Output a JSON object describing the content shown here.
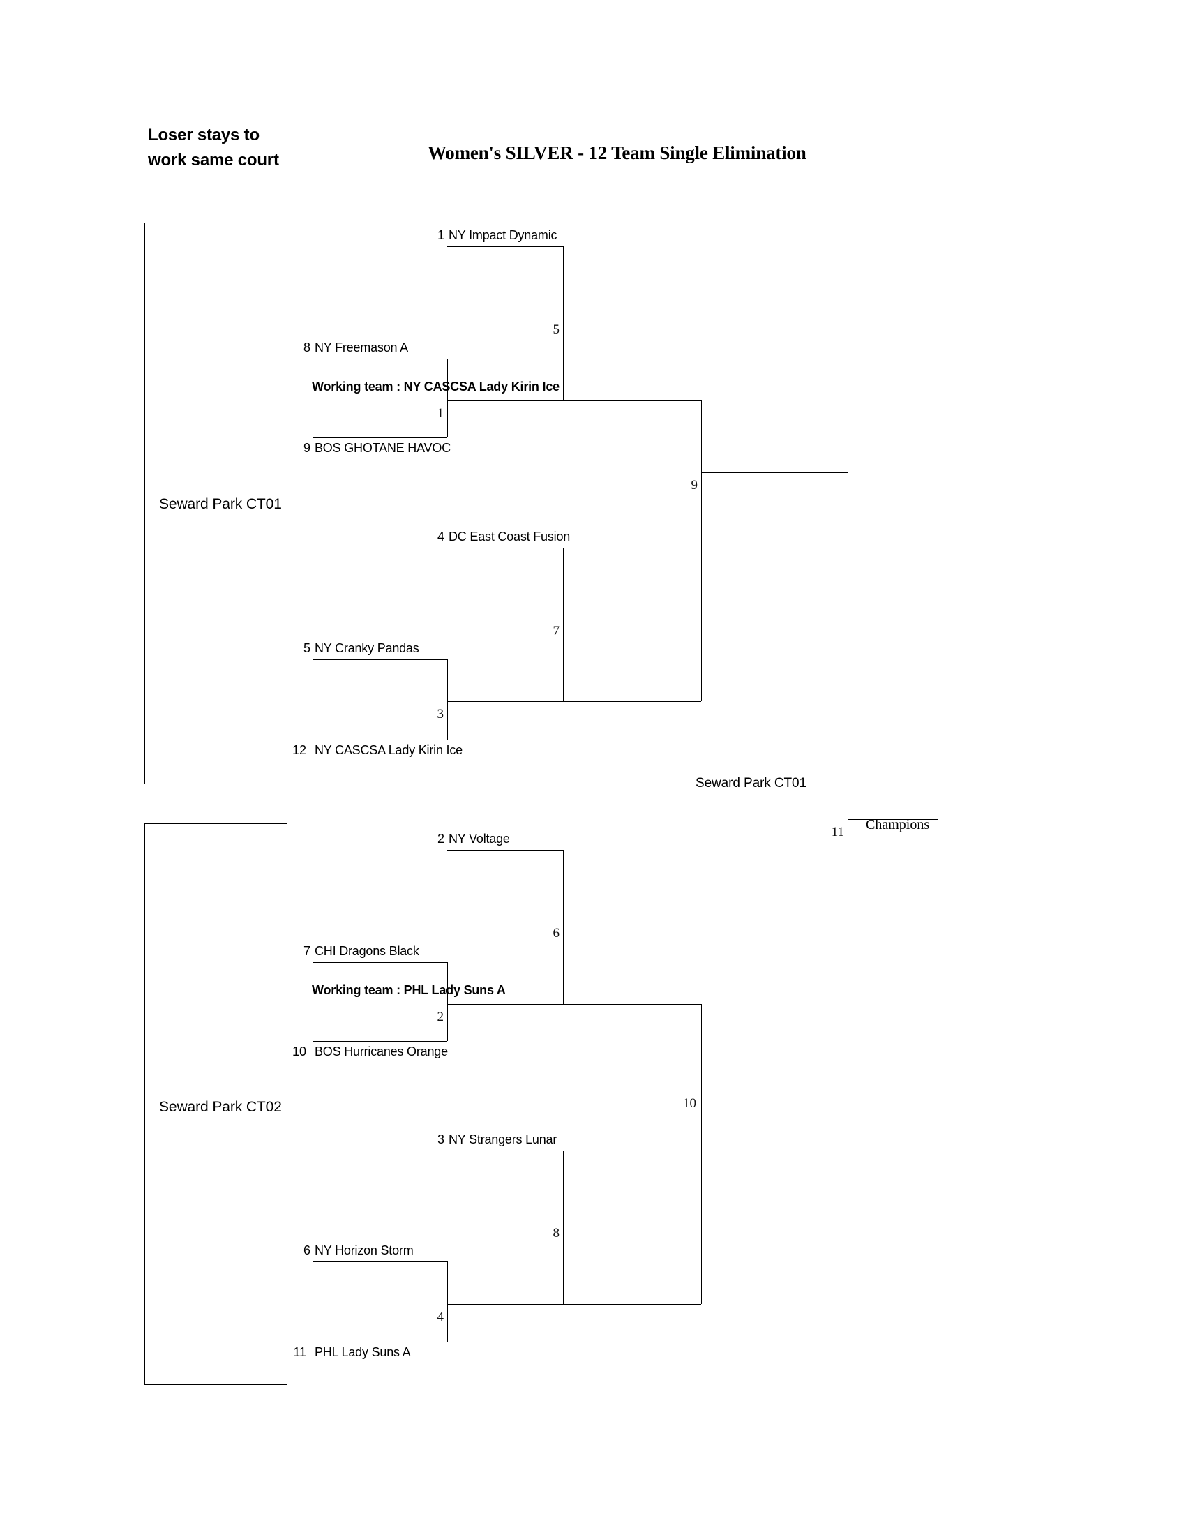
{
  "header": {
    "note_line1": "Loser stays to",
    "note_line2": "work same court",
    "title": "Women's SILVER - 12 Team Single Elimination"
  },
  "courts": {
    "top": "Seward Park CT01",
    "bottom": "Seward Park CT02",
    "final": "Seward Park CT01"
  },
  "champion_label": "Champions",
  "bracket": {
    "type": "single-elimination",
    "team_count": 12,
    "round1": [
      {
        "game": "1",
        "top_seed": "8",
        "top_team": "NY Freemason A",
        "bottom_seed": "9",
        "bottom_team": "BOS GHOTANE HAVOC",
        "working_team": "Working team : NY CASCSA Lady Kirin Ice"
      },
      {
        "game": "2",
        "top_seed": "7",
        "top_team": "CHI Dragons Black",
        "bottom_seed": "10",
        "bottom_team": "BOS Hurricanes Orange",
        "working_team": "Working team : PHL Lady Suns A"
      },
      {
        "game": "3",
        "top_seed": "5",
        "top_team": "NY Cranky Pandas",
        "bottom_seed": "12",
        "bottom_team": "NY CASCSA Lady Kirin Ice",
        "working_team": ""
      },
      {
        "game": "4",
        "top_seed": "6",
        "top_team": "NY Horizon Storm",
        "bottom_seed": "11",
        "bottom_team": "PHL Lady Suns A",
        "working_team": ""
      }
    ],
    "round2": [
      {
        "game": "5",
        "top_seed": "1",
        "top_team": "NY Impact Dynamic"
      },
      {
        "game": "6",
        "top_seed": "2",
        "top_team": "NY Voltage"
      },
      {
        "game": "7",
        "top_seed": "4",
        "top_team": "DC East Coast Fusion"
      },
      {
        "game": "8",
        "top_seed": "3",
        "top_team": "NY Strangers Lunar"
      }
    ],
    "round3": [
      {
        "game": "9"
      },
      {
        "game": "10"
      }
    ],
    "final": {
      "game": "11"
    }
  }
}
